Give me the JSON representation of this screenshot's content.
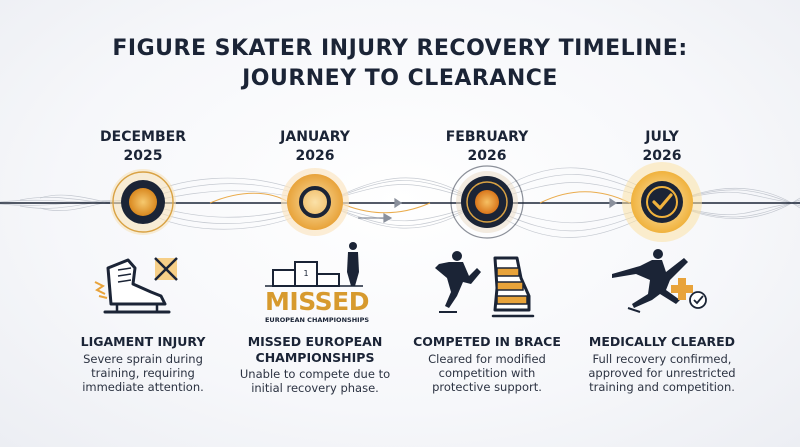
{
  "title": {
    "line1": "FIGURE SKATER INJURY RECOVERY TIMELINE:",
    "line2": "JOURNEY TO CLEARANCE"
  },
  "colors": {
    "navy": "#1b2436",
    "gold": "#e8a33a",
    "gold_glow": "#f4c063"
  },
  "stages": [
    {
      "date": [
        "DECEMBER",
        "2025"
      ],
      "title": [
        "LIGAMENT INJURY"
      ],
      "desc": [
        "Severe sprain during",
        "training, requiring",
        "immediate attention."
      ],
      "node_icon": "filled-dot-icon",
      "illustration": "injured-skate-icon"
    },
    {
      "date": [
        "JANUARY",
        "2026"
      ],
      "title": [
        "MISSED EUROPEAN",
        "CHAMPIONSHIPS"
      ],
      "desc": [
        "Unable to compete due to",
        "initial recovery phase."
      ],
      "node_icon": "ring-icon",
      "illustration": "podium-icon",
      "badge": {
        "word": "MISSED",
        "sub": "EUROPEAN CHAMPIONSHIPS"
      }
    },
    {
      "date": [
        "FEBRUARY",
        "2026"
      ],
      "title": [
        "COMPETED IN BRACE"
      ],
      "desc": [
        "Cleared for modified",
        "competition with",
        "protective support."
      ],
      "node_icon": "filled-dot-icon",
      "illustration": "skater-with-brace-icon"
    },
    {
      "date": [
        "JULY",
        "2026"
      ],
      "title": [
        "MEDICALLY CLEARED"
      ],
      "desc": [
        "Full recovery confirmed,",
        "approved for unrestricted",
        "training and competition."
      ],
      "node_icon": "check-icon",
      "illustration": "leaping-skater-icon"
    }
  ]
}
